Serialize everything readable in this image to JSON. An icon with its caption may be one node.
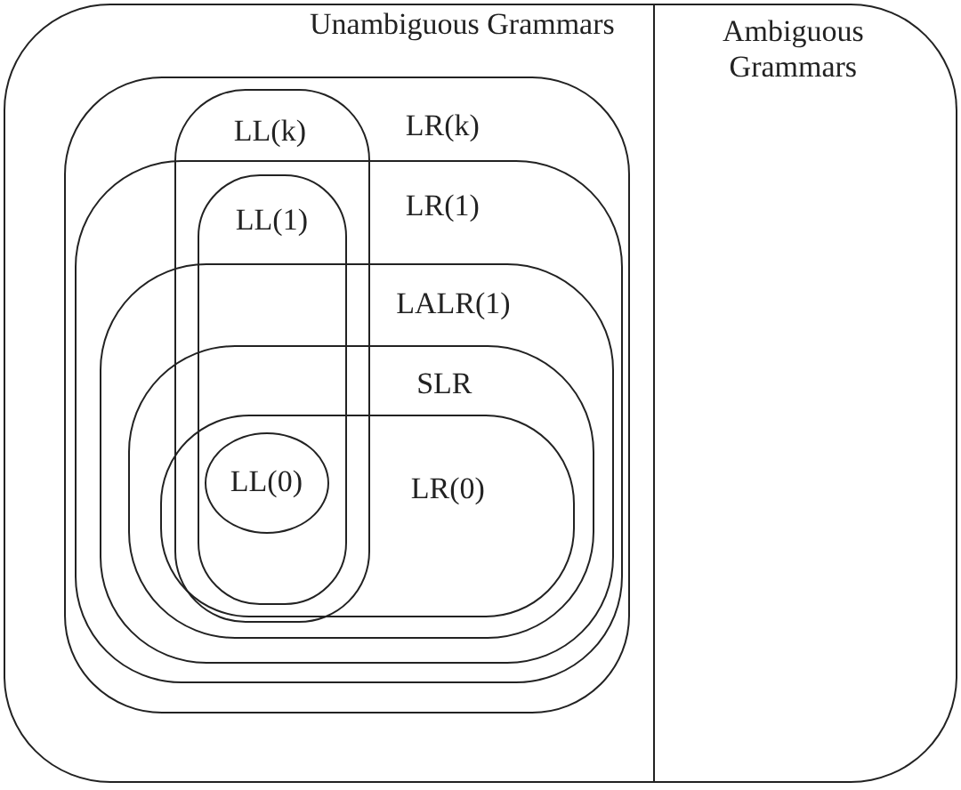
{
  "diagram": {
    "nodes": [
      {
        "text": [
          "Unambiguous Grammars"
        ]
      },
      {
        "text": [
          "Ambiguous Grammars"
        ]
      },
      {
        "text": [
          "LR(k)"
        ],
        "in": 0
      },
      {
        "text": [
          "LL(k)"
        ],
        "in": 2
      },
      {
        "text": [
          "LR(1)"
        ],
        "in": 2
      },
      {
        "text": [
          "LL(1)"
        ],
        "in": 3
      },
      {
        "text": [
          "LALR(1)"
        ],
        "in": 4
      },
      {
        "text": [
          "SLR"
        ],
        "in": 6
      },
      {
        "text": [
          "LR(0)"
        ],
        "in": 7
      },
      {
        "text": [
          "LL(0)"
        ]
      }
    ]
  }
}
